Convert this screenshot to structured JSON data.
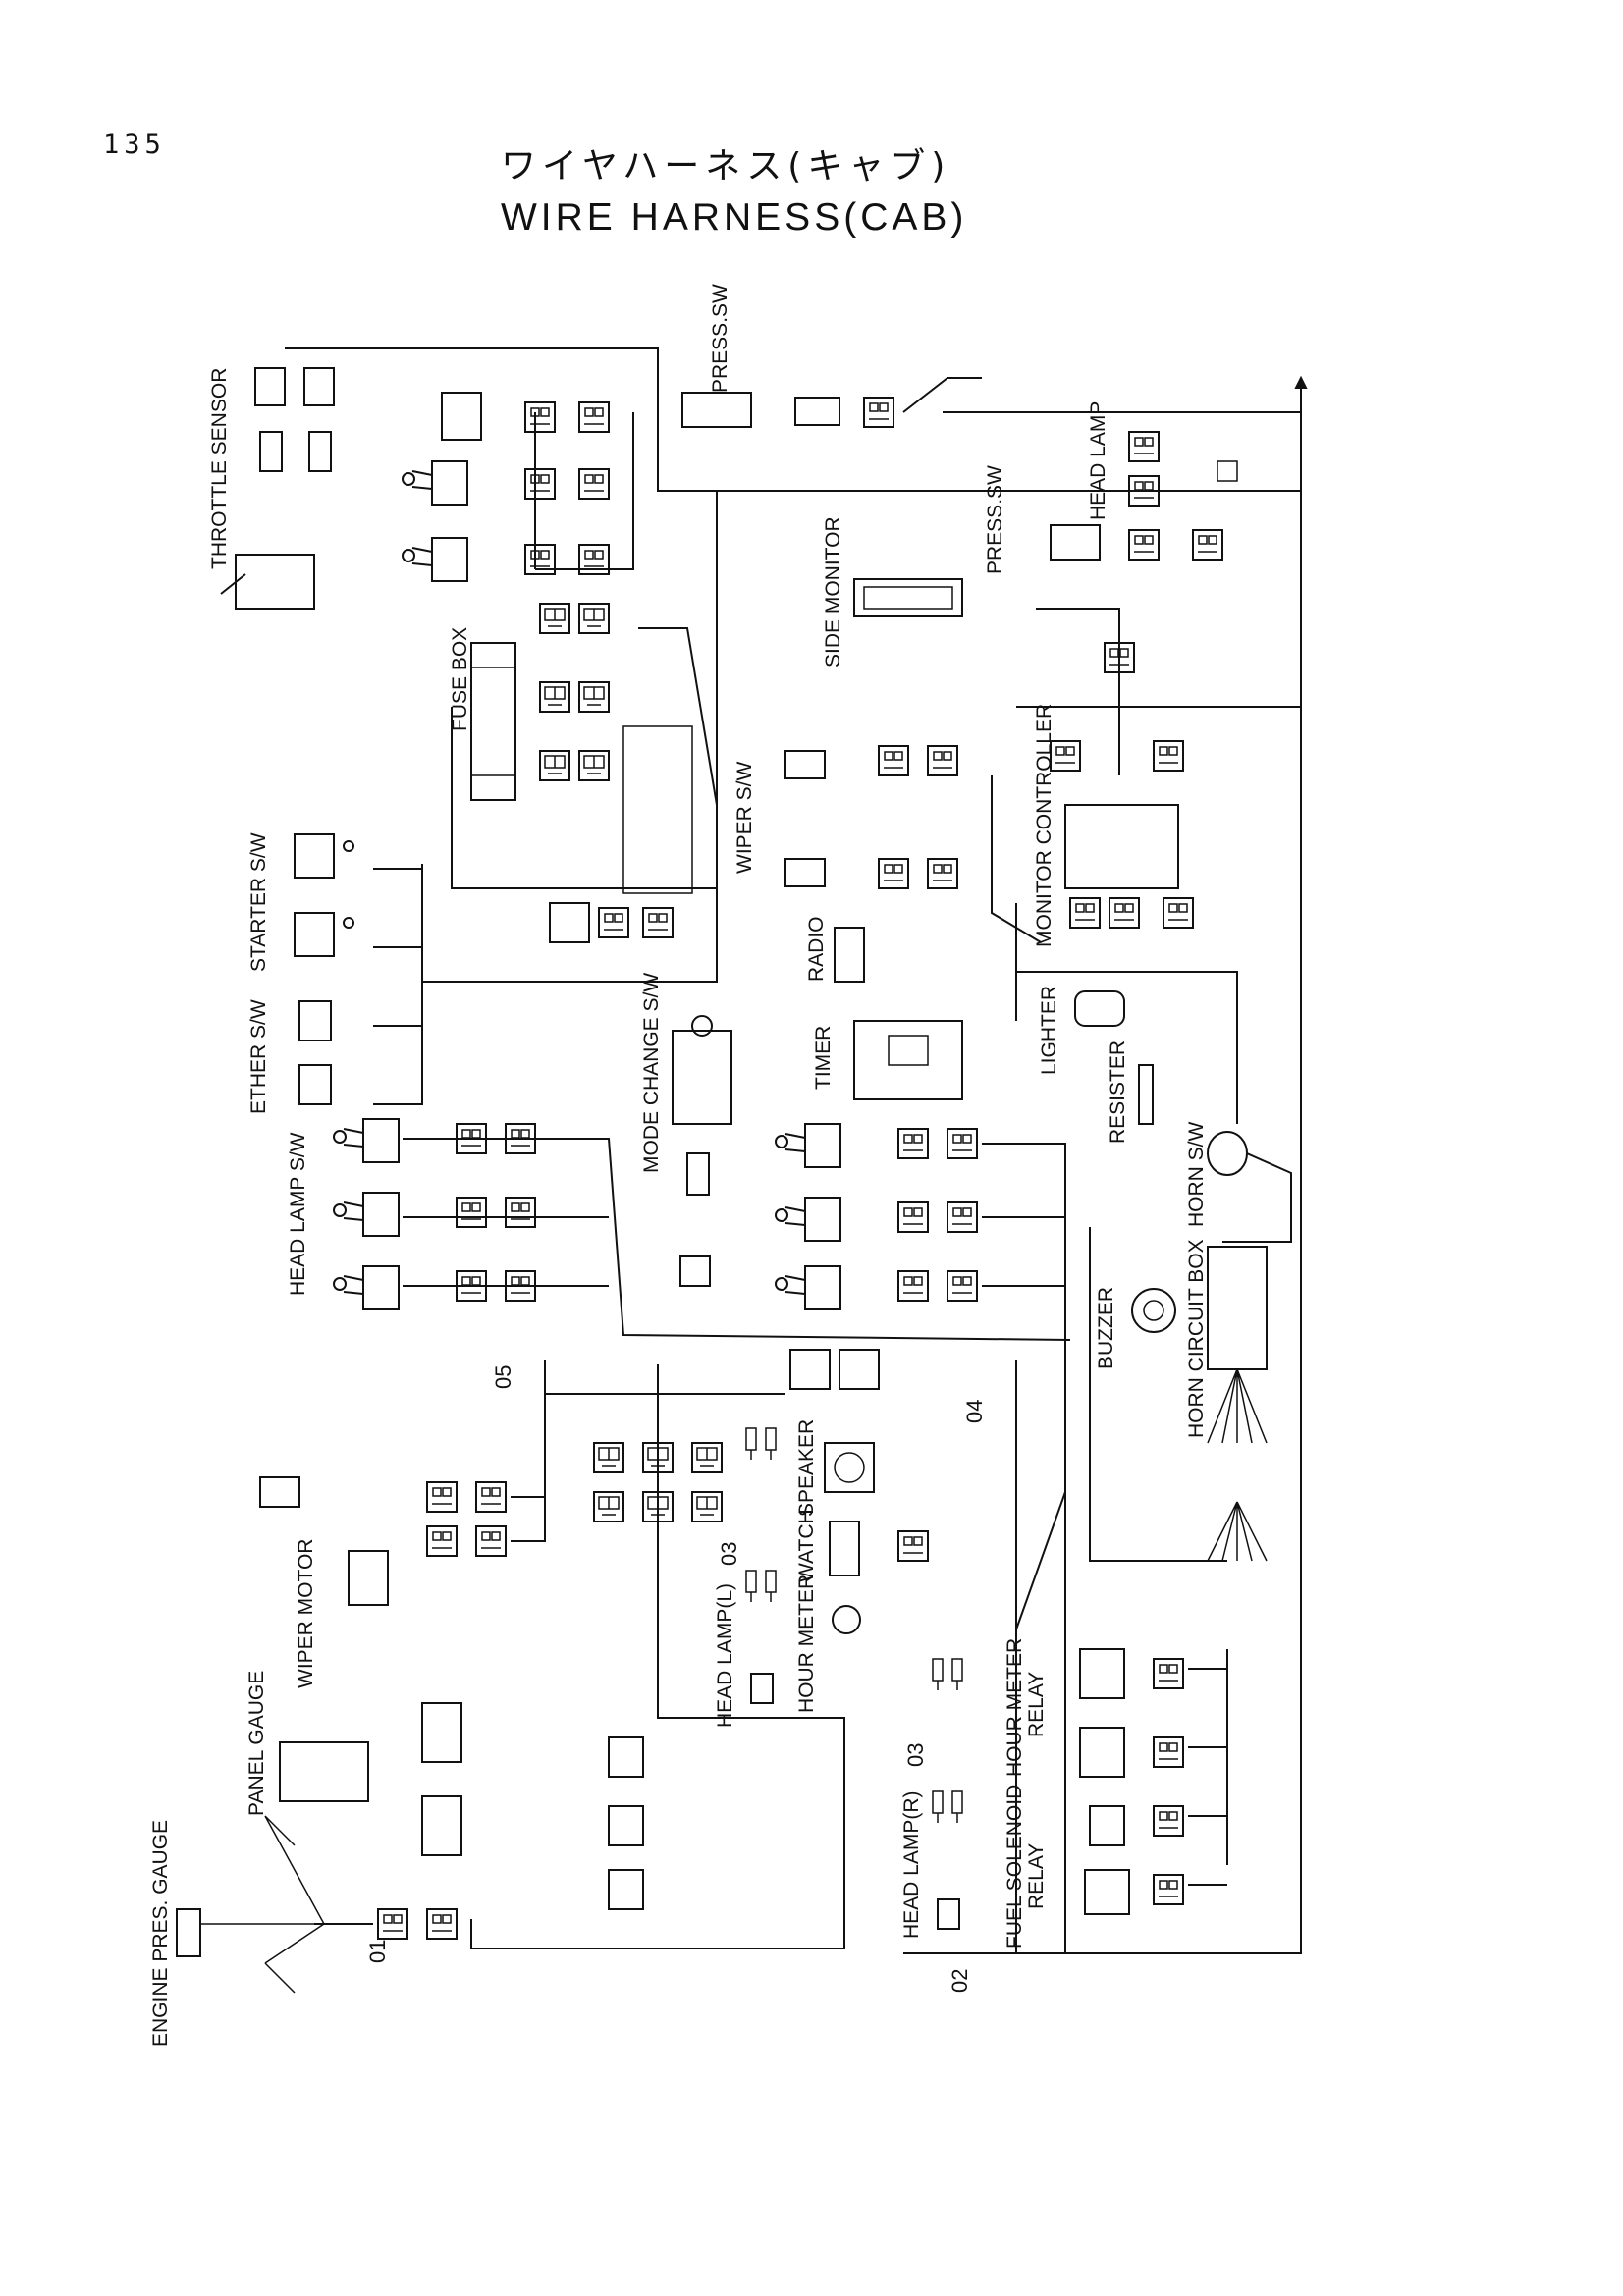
{
  "page_number": "135",
  "title_jp": "ワイヤハーネス(キャブ)",
  "title_en": "WIRE HARNESS(CAB)",
  "labels": {
    "throttle_sensor": "THROTTLE SENSOR",
    "fuse_box": "FUSE BOX",
    "starter_sw": "STARTER S/W",
    "ether_sw": "ETHER S/W",
    "head_lamp_sw": "HEAD LAMP S/W",
    "press_sw_top": "PRESS.SW",
    "press_sw_right": "PRESS.SW",
    "head_lamp_top": "HEAD LAMP",
    "side_monitor": "SIDE MONITOR",
    "wiper_sw": "WIPER S/W",
    "monitor_controller": "MONITOR CONTROLLER",
    "radio": "RADIO",
    "mode_change_sw": "MODE CHANGE S/W",
    "timer": "TIMER",
    "lighter": "LIGHTER",
    "resister": "RESISTER",
    "horn_sw": "HORN S/W",
    "horn_circuit_box": "HORN CIRCUIT BOX",
    "buzzer": "BUZZER",
    "wiper_motor": "WIPER MOTOR",
    "panel_gauge": "PANEL GAUGE",
    "engine_press_gauge": "ENGINE PRES. GAUGE",
    "speaker": "SPEAKER",
    "watch": "WATCH",
    "hour_meter": "HOUR METER",
    "head_lamp_l": "HEAD LAMP(L)",
    "head_lamp_r": "HEAD LAMP(R)",
    "hour_meter_relay_1": "HOUR METER",
    "hour_meter_relay_2": "RELAY",
    "fuel_solenoid_relay_1": "FUEL SOLENOID",
    "fuel_solenoid_relay_2": "RELAY"
  },
  "callouts": {
    "c01": "01",
    "c02": "02",
    "c03a": "03",
    "c03b": "03",
    "c04": "04",
    "c05": "05"
  }
}
